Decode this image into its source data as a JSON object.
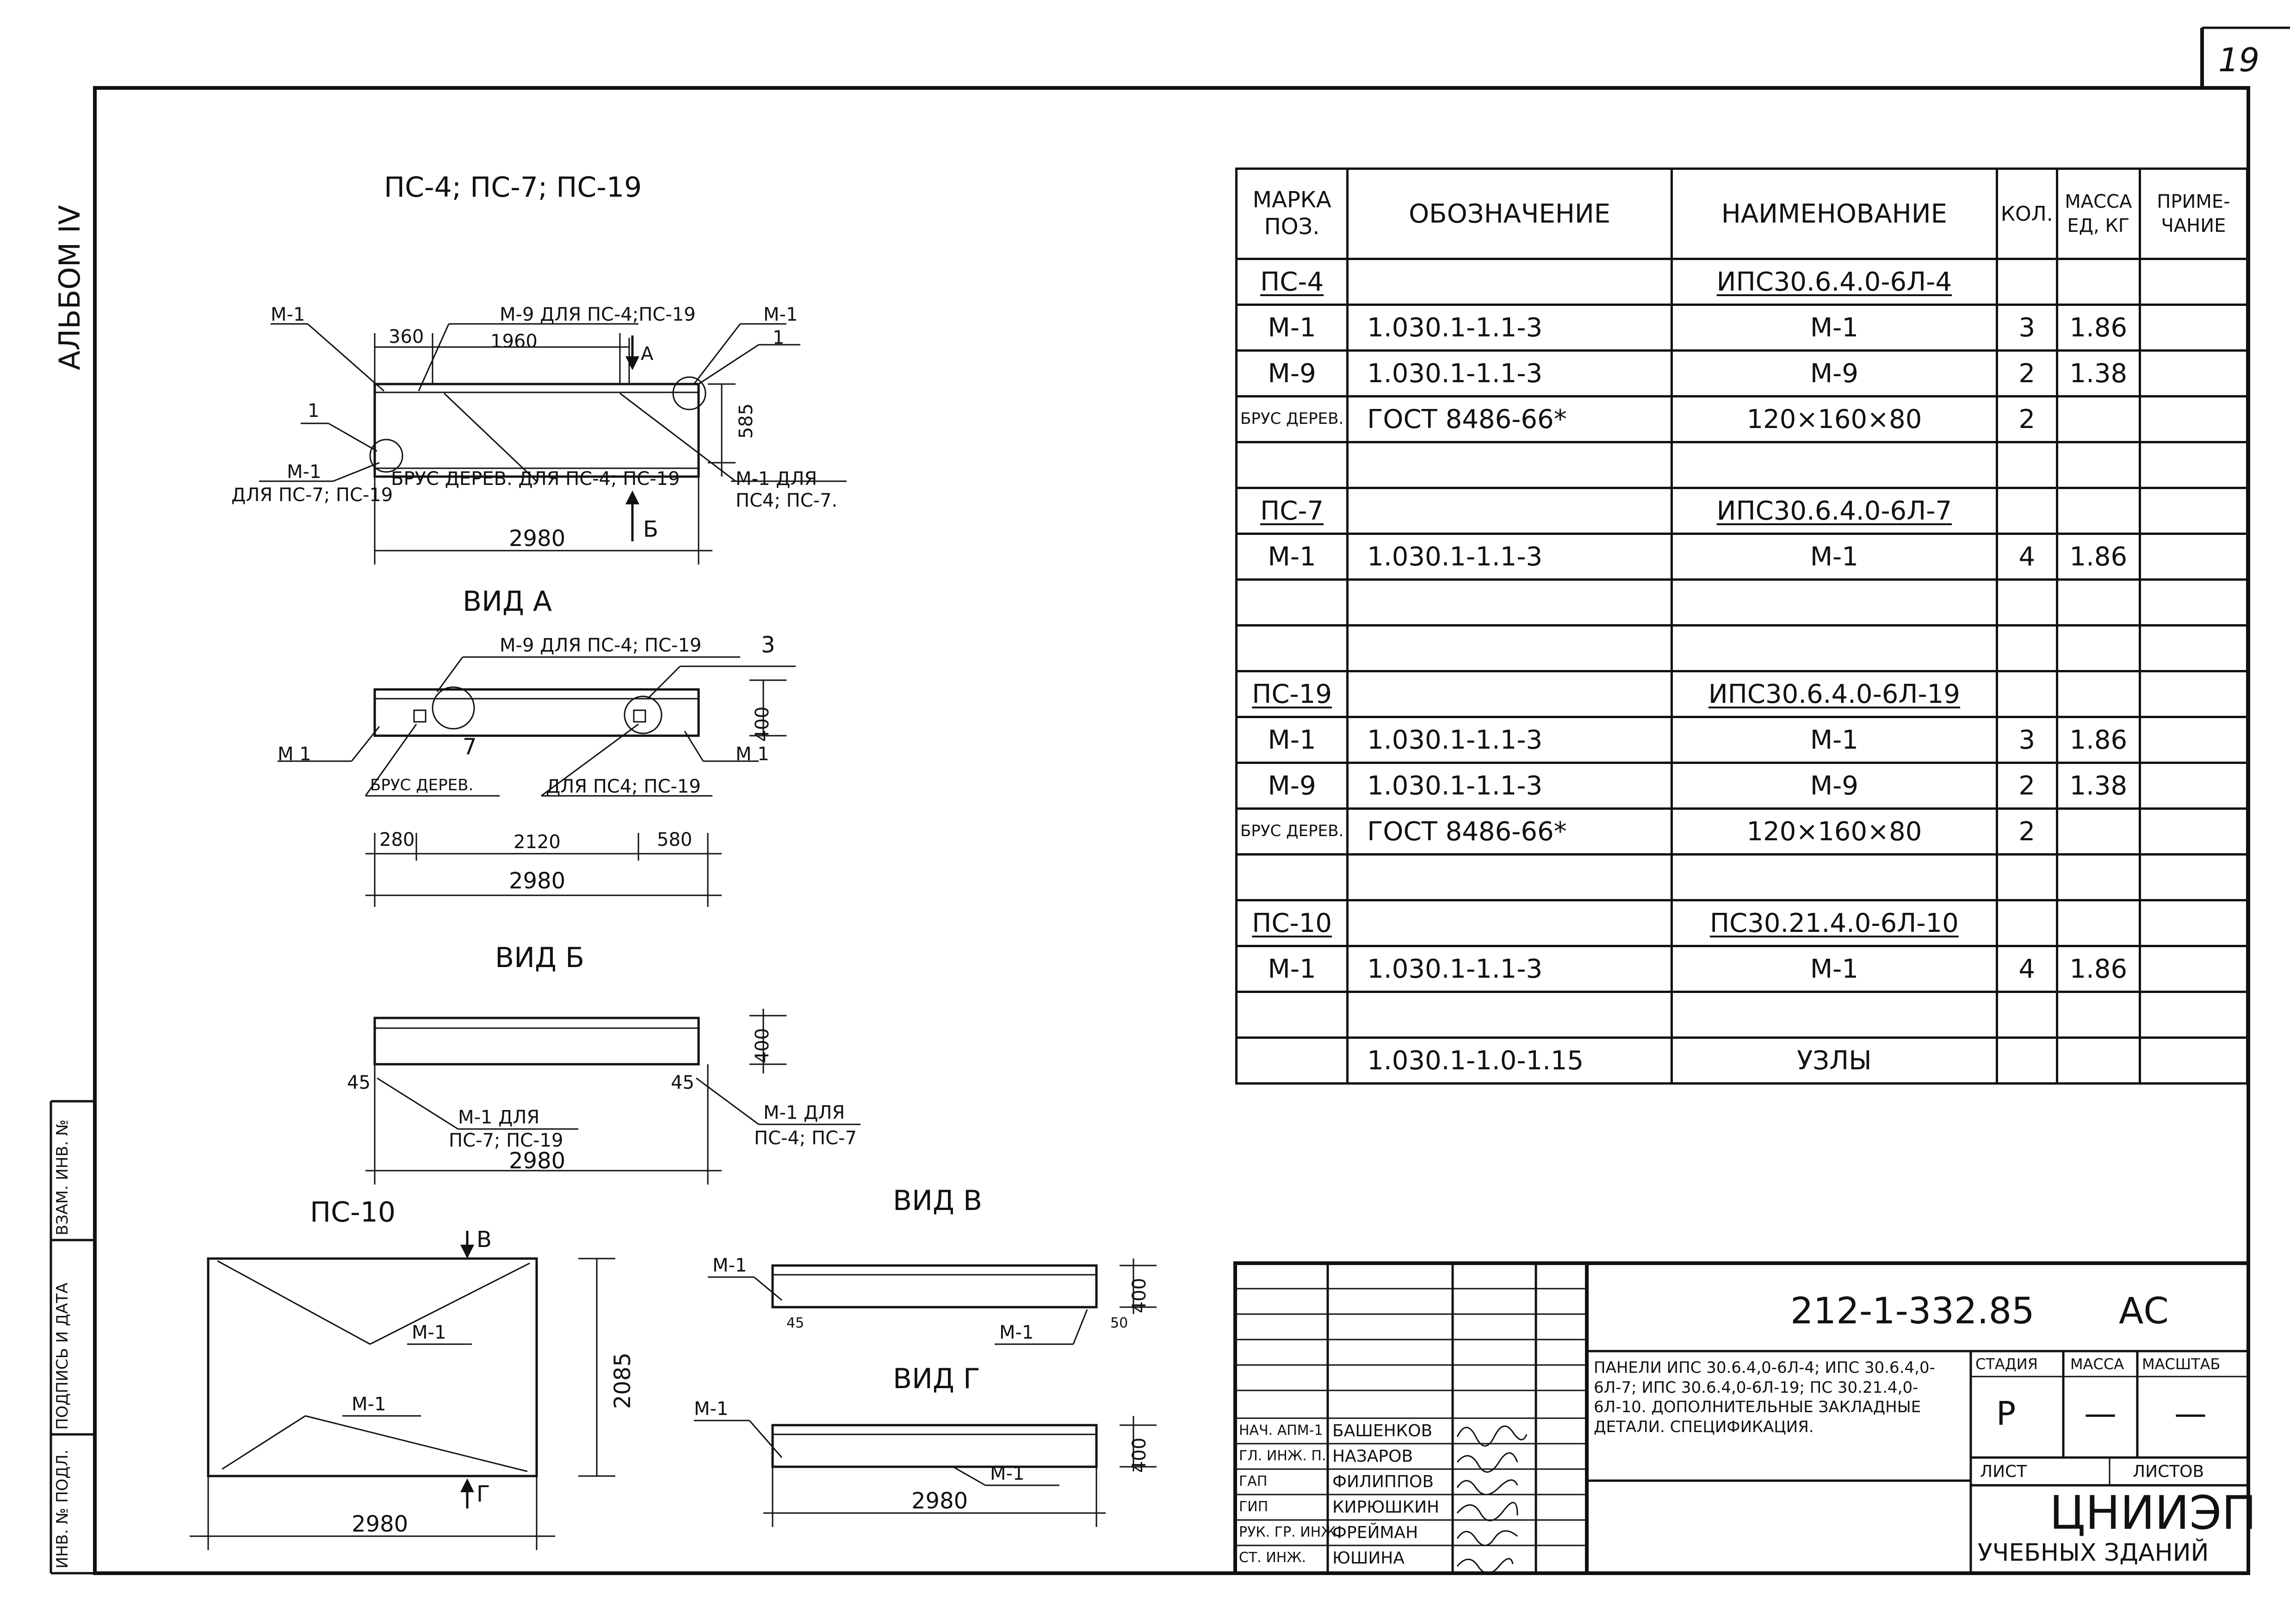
{
  "sheet_number": "19",
  "album_label": "АЛЬБОМ IV",
  "side_stamp": [
    "ИНВ. № ПОДЛ.",
    "ПОДПИСЬ И ДАТА",
    "ВЗАМ. ИНВ. №"
  ],
  "views": {
    "main_title": "ПС-4; ПС-7; ПС-19",
    "main": {
      "m1_top_left": "М-1",
      "m9_label": "М-9 ДЛЯ ПС-4;ПС-19",
      "m1_top_right": "М-1",
      "dim_360": "360",
      "dim_1960": "1960",
      "arrow_a": "А",
      "callout_1_right": "1",
      "callout_1_left": "1",
      "dim_585": "585",
      "m1_bottom_left": "М-1",
      "for_pc7_pc19": "ДЛЯ ПС-7; ПС-19",
      "brus_label": "БРУС ДЕРЕВ. ДЛЯ ПС-4; ПС-19",
      "m1_bottom_right": "М-1 ДЛЯ",
      "for_pc4_pc7": "ПС4; ПС-7.",
      "dim_2980": "2980",
      "arrow_b": "Б"
    },
    "vid_a": {
      "title": "ВИД А",
      "m9_label": "М-9 ДЛЯ ПС-4; ПС-19",
      "callout_3": "3",
      "dim_400": "400",
      "m1_left": "М 1",
      "m1_right": "М 1",
      "callout_7": "7",
      "brus_label": "БРУС ДЕРЕВ.",
      "for_label": "ДЛЯ ПС4; ПС-19",
      "dim_280": "280",
      "dim_2120": "2120",
      "dim_580": "580",
      "dim_2980": "2980"
    },
    "vid_b": {
      "title": "ВИД Б",
      "dim_400": "400",
      "dim_45_left": "45",
      "dim_45_right": "45",
      "m1_left_a": "М-1 ДЛЯ",
      "m1_left_b": "ПС-7; ПС-19",
      "m1_right_a": "М-1 ДЛЯ",
      "m1_right_b": "ПС-4; ПС-7",
      "dim_2980": "2980"
    },
    "pc10": {
      "title": "ПС-10",
      "arrow_v": "В",
      "arrow_g": "Г",
      "m1_upper": "М-1",
      "m1_lower": "М-1",
      "dim_2085": "2085",
      "dim_2980": "2980"
    },
    "vid_v": {
      "title": "ВИД В",
      "m1_left": "М-1",
      "m1_mid": "М-1",
      "dim_45": "45",
      "dim_50": "50",
      "dim_400": "400"
    },
    "vid_g": {
      "title": "ВИД Г",
      "m1_left": "М-1",
      "m1_mid": "М-1",
      "dim_400": "400",
      "dim_2980": "2980"
    }
  },
  "spec_table": {
    "headers": {
      "mark_a": "МАРКА",
      "mark_b": "ПОЗ.",
      "designation": "ОБОЗНАЧЕНИЕ",
      "name": "НАИМЕНОВАНИЕ",
      "qty": "КОЛ.",
      "mass_a": "МАССА",
      "mass_b": "ЕД, КГ",
      "note_a": "ПРИМЕ-",
      "note_b": "ЧАНИЕ"
    },
    "rows": [
      {
        "mark": "ПС-4",
        "designation": "",
        "name": "ИПС30.6.4.0-6Л-4",
        "qty": "",
        "mass": "",
        "group": true
      },
      {
        "mark": "М-1",
        "designation": "1.030.1-1.1-3",
        "name": "М-1",
        "qty": "3",
        "mass": "1.86"
      },
      {
        "mark": "М-9",
        "designation": "1.030.1-1.1-3",
        "name": "М-9",
        "qty": "2",
        "mass": "1.38"
      },
      {
        "mark": "БРУС ДЕРЕВ.",
        "designation": "ГОСТ 8486-66*",
        "name": "120×160×80",
        "qty": "2",
        "mass": "",
        "small": true
      },
      {
        "mark": "",
        "designation": "",
        "name": "",
        "qty": "",
        "mass": ""
      },
      {
        "mark": "ПС-7",
        "designation": "",
        "name": "ИПС30.6.4.0-6Л-7",
        "qty": "",
        "mass": "",
        "group": true
      },
      {
        "mark": "М-1",
        "designation": "1.030.1-1.1-3",
        "name": "М-1",
        "qty": "4",
        "mass": "1.86"
      },
      {
        "mark": "",
        "designation": "",
        "name": "",
        "qty": "",
        "mass": ""
      },
      {
        "mark": "",
        "designation": "",
        "name": "",
        "qty": "",
        "mass": ""
      },
      {
        "mark": "ПС-19",
        "designation": "",
        "name": "ИПС30.6.4.0-6Л-19",
        "qty": "",
        "mass": "",
        "group": true
      },
      {
        "mark": "М-1",
        "designation": "1.030.1-1.1-3",
        "name": "М-1",
        "qty": "3",
        "mass": "1.86"
      },
      {
        "mark": "М-9",
        "designation": "1.030.1-1.1-3",
        "name": "М-9",
        "qty": "2",
        "mass": "1.38"
      },
      {
        "mark": "БРУС ДЕРЕВ.",
        "designation": "ГОСТ 8486-66*",
        "name": "120×160×80",
        "qty": "2",
        "mass": "",
        "small": true
      },
      {
        "mark": "",
        "designation": "",
        "name": "",
        "qty": "",
        "mass": ""
      },
      {
        "mark": "ПС-10",
        "designation": "",
        "name": "ПС30.21.4.0-6Л-10",
        "qty": "",
        "mass": "",
        "group": true
      },
      {
        "mark": "М-1",
        "designation": "1.030.1-1.1-3",
        "name": "М-1",
        "qty": "4",
        "mass": "1.86"
      },
      {
        "mark": "",
        "designation": "",
        "name": "",
        "qty": "",
        "mass": ""
      },
      {
        "mark": "",
        "designation": "1.030.1-1.0-1.15",
        "name": "УЗЛЫ",
        "qty": "",
        "mass": ""
      }
    ]
  },
  "title_block": {
    "code": "212-1-332.85",
    "section": "АС",
    "description": "ПАНЕЛИ ИПС 30.6.4,0-6Л-4; ИПС 30.6.4,0-6Л-7; ИПС 30.6.4,0-6Л-19; ПС 30.21.4,0-6Л-10. ДОПОЛНИТЕЛЬНЫЕ ЗАКЛАДНЫЕ ДЕТАЛИ. СПЕЦИФИКАЦИЯ.",
    "stage_label": "СТАДИЯ",
    "mass_label": "МАССА",
    "scale_label": "МАСШТАБ",
    "stage_value": "Р",
    "mass_value": "—",
    "scale_value": "—",
    "sheet_label": "ЛИСТ",
    "sheets_label": "ЛИСТОВ",
    "org": "ЦНИИЭП",
    "org_sub": "УЧЕБНЫХ ЗДАНИЙ",
    "signers": [
      {
        "role": "НАЧ. АПМ-1",
        "name": "БАШЕНКОВ"
      },
      {
        "role": "ГЛ. ИНЖ. П.",
        "name": "НАЗАРОВ"
      },
      {
        "role": "ГАП",
        "name": "ФИЛИППОВ"
      },
      {
        "role": "ГИП",
        "name": "КИРЮШКИН"
      },
      {
        "role": "РУК. ГР. ИНЖ.",
        "name": "ФРЕЙМАН"
      },
      {
        "role": "СТ. ИНЖ.",
        "name": "ЮШИНА"
      }
    ]
  }
}
